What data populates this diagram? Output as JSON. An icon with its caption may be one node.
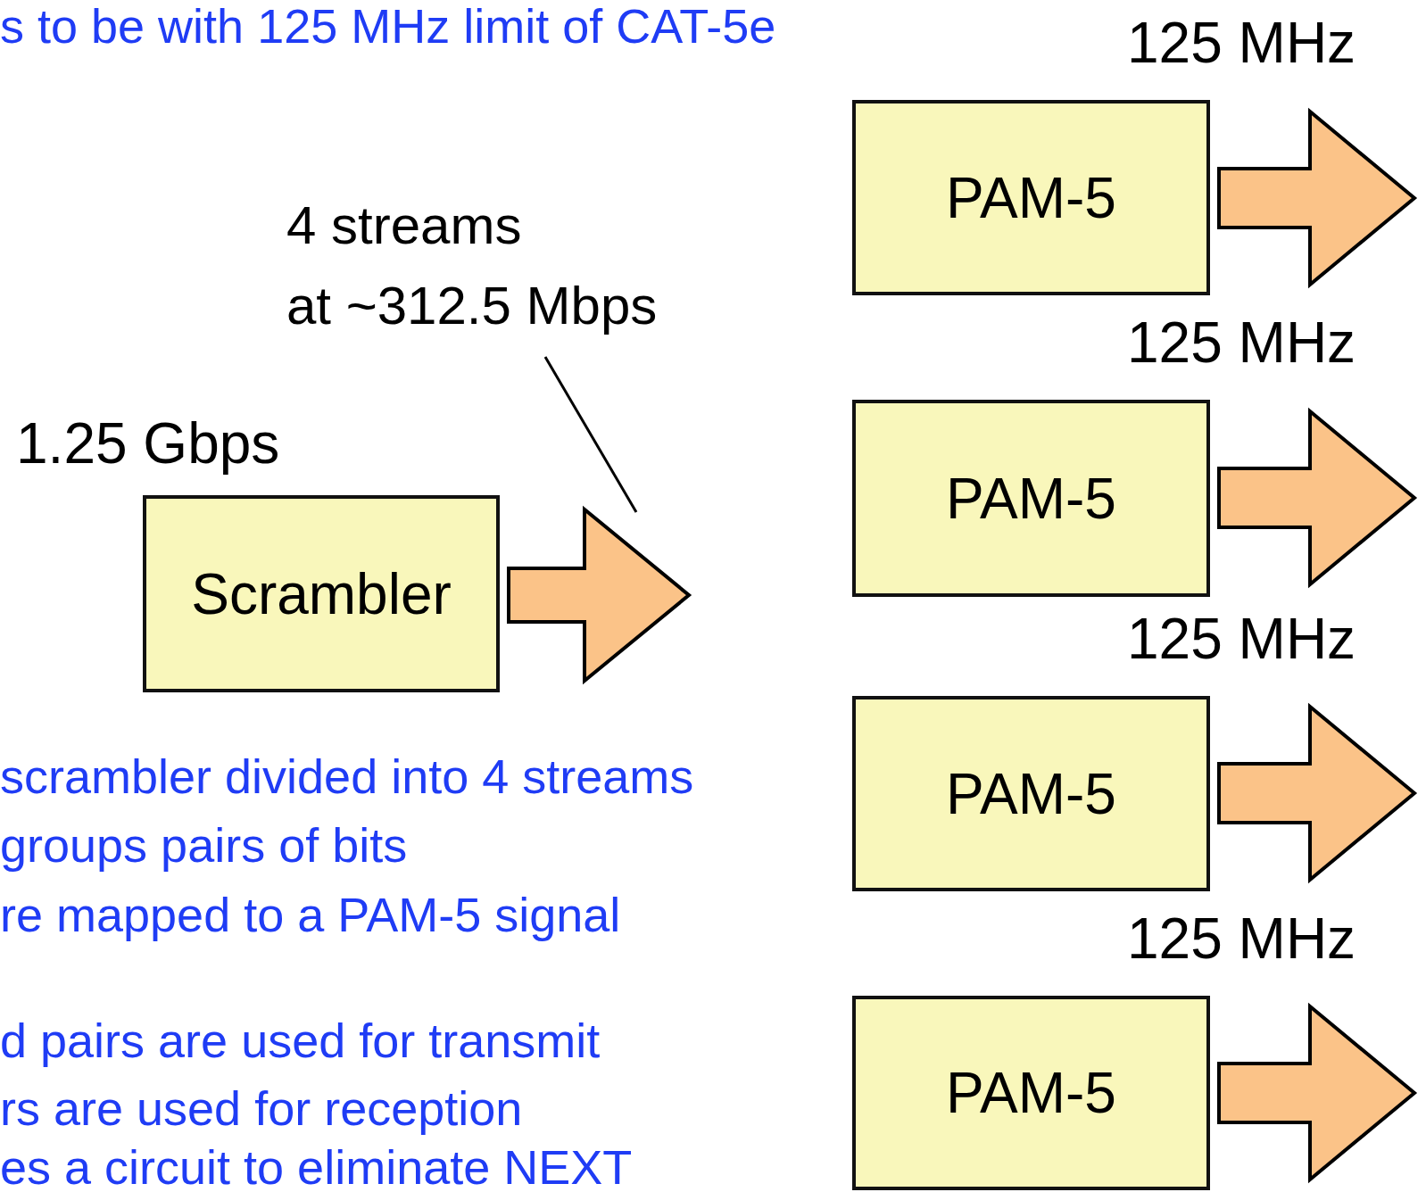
{
  "diagram": {
    "nodes": [
      {
        "text": [
          "PAM-5"
        ],
        "beside": [
          "125 MHz"
        ]
      },
      {
        "text": [
          "4 streams",
          "at ~312.5 Mbps"
        ]
      },
      {
        "text": [
          "PAM-5"
        ],
        "beside": [
          "125 MHz"
        ]
      },
      {
        "text": [
          "Scrambler"
        ],
        "beside": [
          "1.25 Gbps"
        ]
      },
      {
        "text": [
          "PAM-5"
        ],
        "beside": [
          "125 MHz"
        ]
      },
      {
        "text": [
          "PAM-5"
        ],
        "beside": [
          "125 MHz"
        ]
      }
    ],
    "edges": [
      {
        "from": 3,
        "to": null,
        "arrow": "to",
        "style": "thick"
      },
      {
        "from": 1,
        "to": null,
        "arrow": "none"
      },
      {
        "from": 0,
        "to": null,
        "arrow": "to",
        "style": "thick"
      },
      {
        "from": 2,
        "to": null,
        "arrow": "to",
        "style": "thick"
      },
      {
        "from": 4,
        "to": null,
        "arrow": "to",
        "style": "thick"
      },
      {
        "from": 5,
        "to": null,
        "arrow": "to",
        "style": "thick"
      }
    ],
    "labels": [
      "s to be with 125 MHz limit of CAT-5e",
      "scrambler divided into 4 streams",
      "groups pairs of bits",
      "re mapped to a PAM-5 signal",
      "d pairs are used for transmit",
      "rs are used for reception",
      "es a circuit to eliminate NEXT"
    ]
  }
}
